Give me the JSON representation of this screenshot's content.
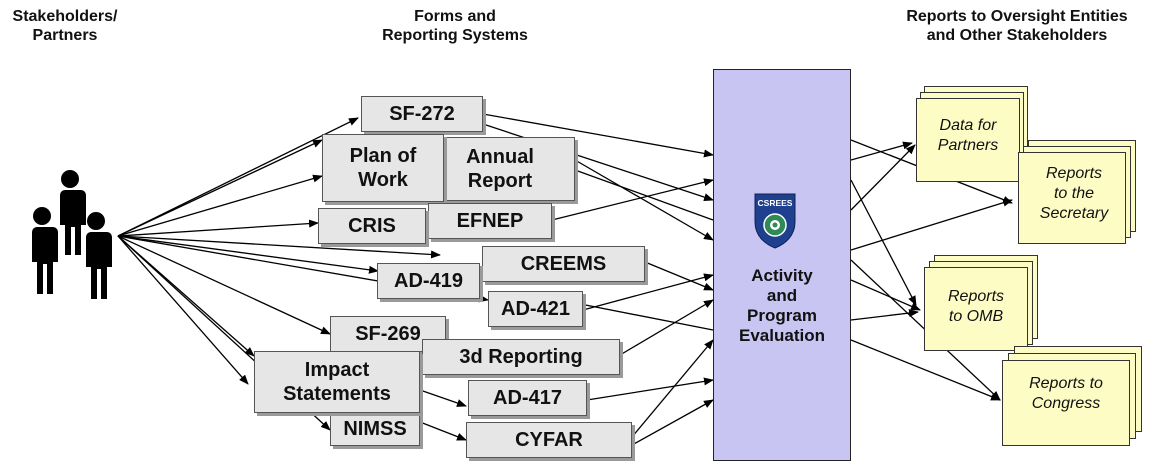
{
  "headers": {
    "stakeholders": [
      "Stakeholders/",
      "Partners"
    ],
    "forms": [
      "Forms and",
      "Reporting Systems"
    ],
    "reports": [
      "Reports to Oversight Entities",
      "and Other Stakeholders"
    ]
  },
  "stakeholder_icon": "people-group-icon",
  "forms": {
    "sf272": [
      "SF-272"
    ],
    "plan_of_work": [
      "Plan of",
      "Work"
    ],
    "annual_report": [
      "Annual",
      "Report"
    ],
    "cris": [
      "CRIS"
    ],
    "efnep": [
      "EFNEP"
    ],
    "creems": [
      "CREEMS"
    ],
    "ad419": [
      "AD-419"
    ],
    "ad421": [
      "AD-421"
    ],
    "sf269": [
      "SF-269"
    ],
    "three_d_reporting": [
      "3d Reporting"
    ],
    "impact_statements": [
      "Impact",
      "Statements"
    ],
    "ad417": [
      "AD-417"
    ],
    "nimss": [
      "NIMSS"
    ],
    "cyfar": [
      "CYFAR"
    ]
  },
  "center": {
    "logo_text": "CSREES",
    "logo_icon": "csrees-shield-logo",
    "label": [
      "Activity",
      "and",
      "Program",
      "Evaluation"
    ]
  },
  "reports": {
    "data_for_partners": [
      "Data for",
      "Partners"
    ],
    "reports_to_secretary": [
      "Reports",
      "to the",
      "Secretary"
    ],
    "reports_to_omb": [
      "Reports",
      "to OMB"
    ],
    "reports_to_congress": [
      "Reports to",
      "Congress"
    ]
  },
  "colors": {
    "form_box": "#e6e6e6",
    "center_box": "#c9c5f3",
    "report_sheet": "#fefcc5",
    "logo_blue": "#1f3f8f",
    "logo_green": "#2f8a55"
  }
}
